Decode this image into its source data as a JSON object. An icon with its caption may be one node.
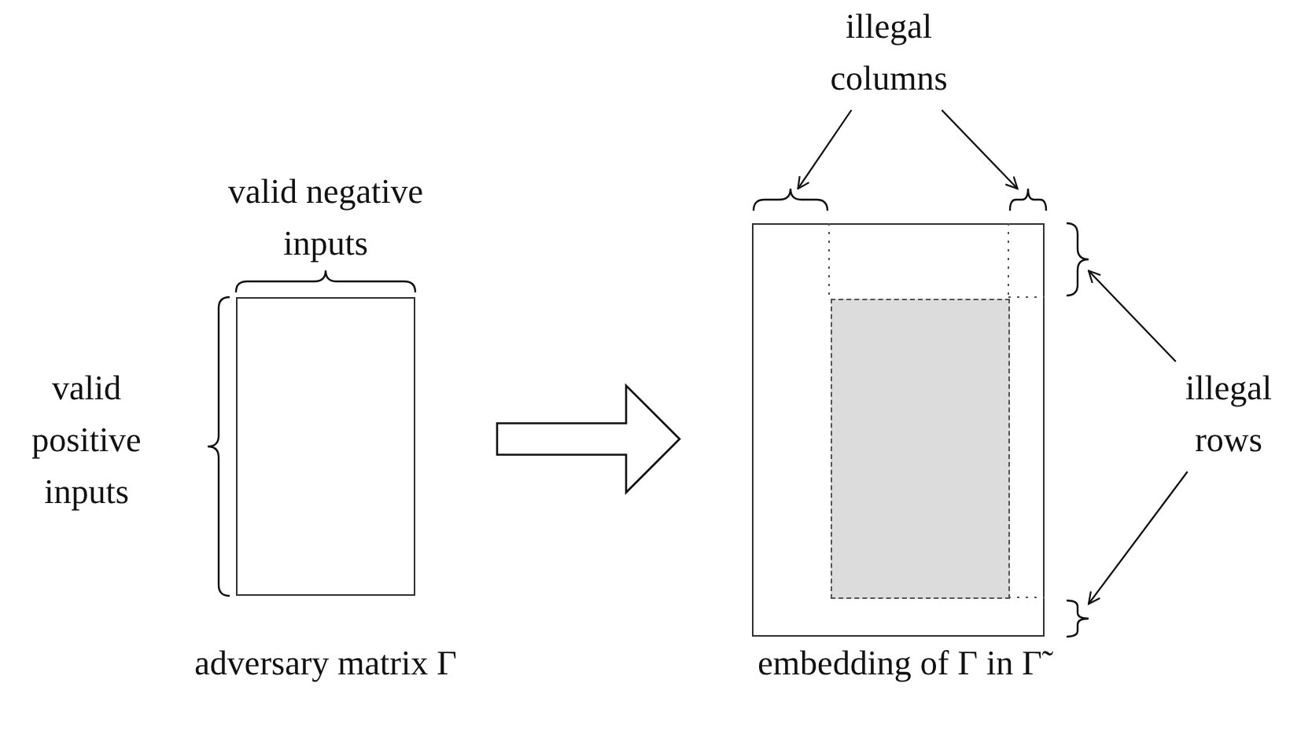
{
  "diagram": {
    "nodes": [
      {
        "text": [],
        "shape": "box",
        "beside": [
          "adversary matrix Γ"
        ]
      },
      {
        "text": [],
        "shape": "box",
        "beside": [
          "embedding of Γ in Γ̃"
        ]
      },
      {
        "text": [],
        "shape": "box",
        "in": 1
      },
      {
        "text": [
          "illegal columns"
        ]
      },
      {
        "text": [],
        "shape": "brace"
      },
      {
        "text": [],
        "shape": "brace"
      },
      {
        "text": [
          "illegal rows"
        ]
      },
      {
        "text": [],
        "shape": "brace"
      },
      {
        "text": [],
        "shape": "brace"
      }
    ],
    "edges": [
      {
        "from": 0,
        "to": 1,
        "arrow": "to",
        "style": "thick"
      },
      {
        "from": 3,
        "to": 4,
        "arrow": "to"
      },
      {
        "from": 3,
        "to": 5,
        "arrow": "to"
      },
      {
        "from": 6,
        "to": 7,
        "arrow": "to"
      },
      {
        "from": 6,
        "to": 8,
        "arrow": "to"
      }
    ],
    "labels": [
      "valid negative inputs",
      "valid positive inputs"
    ]
  }
}
